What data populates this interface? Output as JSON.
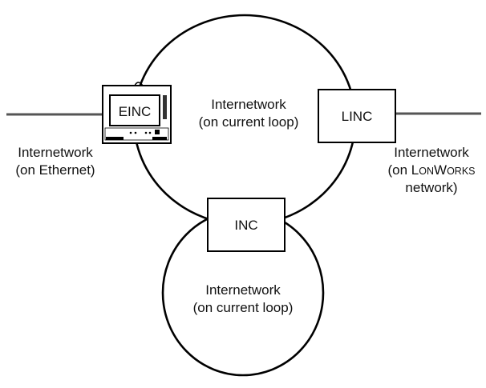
{
  "nodes": {
    "einc": {
      "label": "EINC"
    },
    "linc": {
      "label": "LINC"
    },
    "inc": {
      "label": "INC"
    }
  },
  "networks": {
    "upper_loop": {
      "line1": "Internetwork",
      "line2": "(on current loop)"
    },
    "lower_loop": {
      "line1": "Internetwork",
      "line2": "(on current loop)"
    },
    "ethernet": {
      "line1": "Internetwork",
      "line2": "(on Ethernet)"
    },
    "lonworks": {
      "line1": "Internetwork",
      "line2_prefix": "(on ",
      "line2_brand_L": "L",
      "line2_brand_on": "ON",
      "line2_brand_W": "W",
      "line2_brand_orks": "ORKS",
      "line3": "network)"
    }
  },
  "colors": {
    "stroke": "#000000",
    "cable": "#555555",
    "fill": "#ffffff"
  }
}
